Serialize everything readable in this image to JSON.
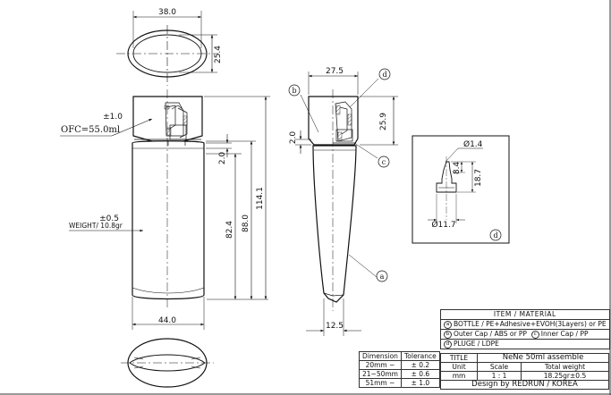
{
  "top_view": {
    "width_dim": "38.0",
    "depth_dim": "25.4"
  },
  "front_view": {
    "ofc_tol": "±1.0",
    "ofc_label": "OFC=55.0ml",
    "weight_tol": "±0.5",
    "weight_label": "WEIGHT/ 10.8gr",
    "dim_shoulder": "2.0",
    "dim_body": "82.4",
    "dim_bottle": "88.0",
    "dim_total": "114.1",
    "dim_width": "44.0"
  },
  "side_view": {
    "dim_top_width": "27.5",
    "dim_cap_height": "25.9",
    "dim_step": "2.0",
    "dim_bottom": "12.5",
    "marker_a": "a",
    "marker_b": "b",
    "marker_c": "c",
    "marker_d": "d"
  },
  "detail_d": {
    "dim_tip": "Ø1.4",
    "dim_h1": "8.4",
    "dim_h2": "18.7",
    "dim_base": "Ø11.7",
    "marker": "d"
  },
  "tolerance_table": {
    "header": [
      "Dimension",
      "Tolerance"
    ],
    "rows": [
      [
        "20mm ~",
        "± 0.2"
      ],
      [
        "21~50mm",
        "± 0.6"
      ],
      [
        "51mm ~",
        "± 1.0"
      ]
    ]
  },
  "item_table": {
    "header": "ITEM  /  MATERIAL",
    "row_a_marker": "a",
    "row_a": "BOTTLE / PE+Adhesive+EVOH(3Layers) or PE",
    "row_b_marker": "b",
    "row_b": "Outer Cap / ABS or PP",
    "row_c_marker": "c",
    "row_c": "Inner Cap / PP",
    "row_d_marker": "d",
    "row_d": "PLUGE / LDPE"
  },
  "title_block": {
    "title_label": "TITLE",
    "title": "NeNe 50ml assemble",
    "col_unit": "Unit",
    "col_scale": "Scale",
    "col_weight": "Total weight",
    "val_unit": "mm",
    "val_scale": "1 : 1",
    "val_weight": "18.25gr±0.5",
    "designer": "Design by REDRUN / KOREA"
  }
}
